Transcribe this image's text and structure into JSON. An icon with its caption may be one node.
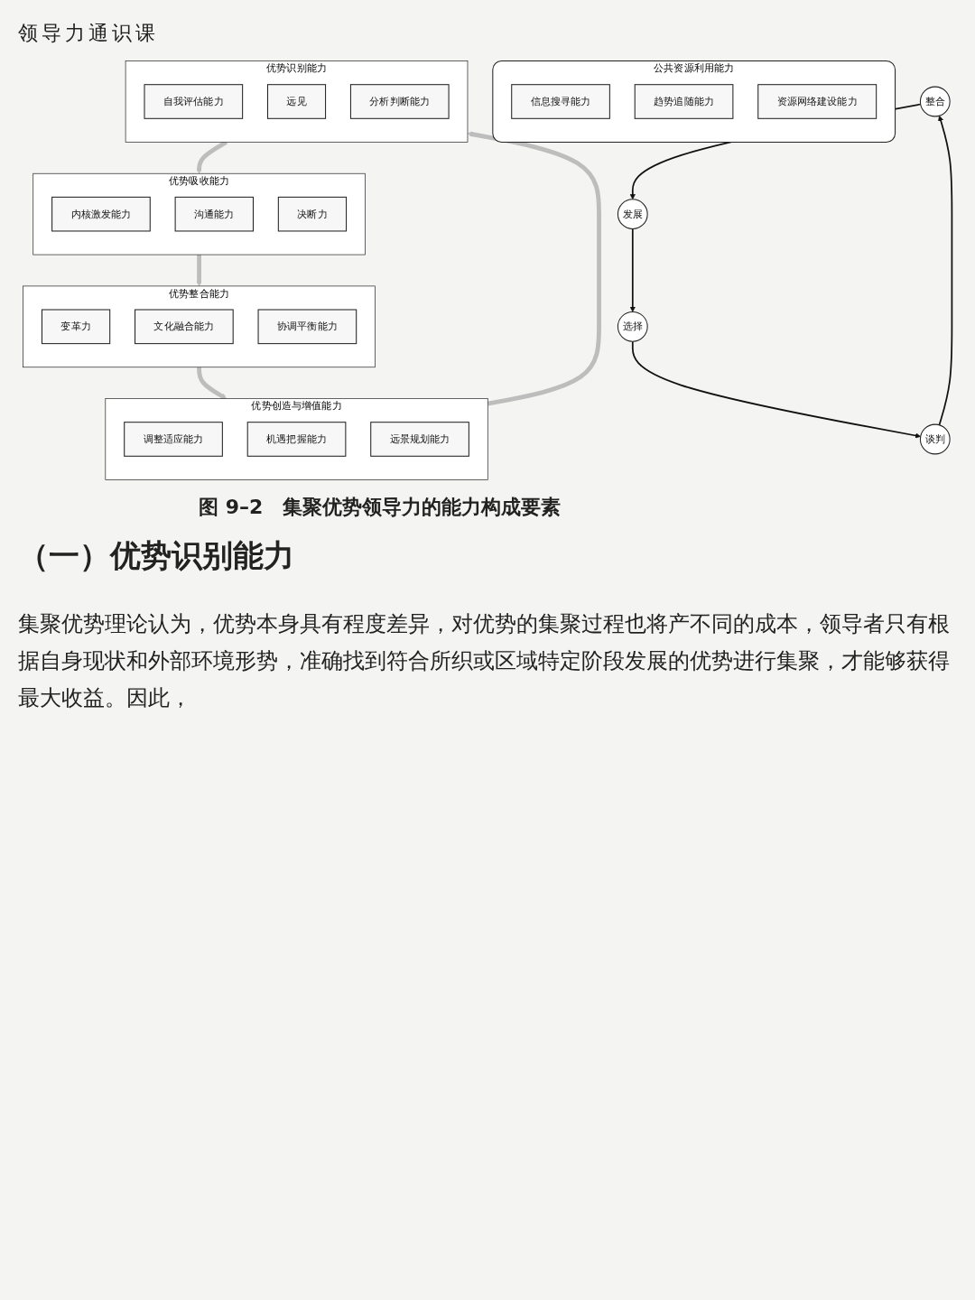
{
  "diagram": {
    "caption": "图 9–2　集聚优势领导力的能力构成要素",
    "nodes": [
      {
        "text": [
          "优势整合能力"
        ]
      },
      {
        "text": [
          "变革力"
        ],
        "in": 0
      },
      {
        "text": [
          "文化融合能力"
        ],
        "in": 0
      },
      {
        "text": [
          "协调平衡能力"
        ],
        "in": 0
      },
      {
        "text": [
          "整合"
        ]
      },
      {
        "text": [
          "优势创造与增值能力"
        ]
      },
      {
        "text": [
          "调整适应能力"
        ],
        "in": 5
      },
      {
        "text": [
          "机遇把握能力"
        ],
        "in": 5
      },
      {
        "text": [
          "远景规划能力"
        ],
        "in": 5
      },
      {
        "text": [
          "公共资源利用能力"
        ]
      },
      {
        "text": [
          "信息搜寻能力"
        ],
        "in": 9
      },
      {
        "text": [
          "趋势追随能力"
        ],
        "in": 9
      },
      {
        "text": [
          "资源网络建设能力"
        ],
        "in": 9
      },
      {
        "text": [
          "发展"
        ]
      },
      {
        "text": [
          "优势吸收能力"
        ]
      },
      {
        "text": [
          "内核激发能力"
        ],
        "in": 14
      },
      {
        "text": [
          "沟通能力"
        ],
        "in": 14
      },
      {
        "text": [
          "决断力"
        ],
        "in": 14
      },
      {
        "text": [
          "谈判"
        ]
      },
      {
        "text": [
          "选择"
        ]
      },
      {
        "text": [
          "优势识别能力"
        ]
      },
      {
        "text": [
          "自我评估能力"
        ],
        "in": 20
      },
      {
        "text": [
          "远见"
        ],
        "in": 20
      },
      {
        "text": [
          "分析判断能力"
        ],
        "in": 20
      }
    ],
    "edges": [
      {
        "from": 0,
        "to": 5,
        "arrow": "to",
        "style": "thick",
        "color": "#bdbdbd"
      },
      {
        "from": 5,
        "to": 20,
        "arrow": "to",
        "style": "thick",
        "color": "#bdbdbd"
      },
      {
        "from": 20,
        "to": 14,
        "arrow": "to",
        "style": "thick",
        "color": "#bdbdbd"
      },
      {
        "from": 14,
        "to": 0,
        "arrow": "to",
        "style": "thick",
        "color": "#bdbdbd"
      },
      {
        "from": 4,
        "to": 13,
        "arrow": "to",
        "color": "#111111"
      },
      {
        "from": 13,
        "to": 19,
        "arrow": "to",
        "color": "#111111"
      },
      {
        "from": 19,
        "to": 18,
        "arrow": "to",
        "color": "#111111"
      },
      {
        "from": 18,
        "to": 4,
        "arrow": "to",
        "color": "#111111"
      }
    ],
    "labels": [
      "领导力通识课",
      "（一）优势识别能力",
      "集聚优势理论认为，优势本身具有程度差异，对优势的集聚过程也将产不同的成本，领导者只有根据自身现状和外部环境形势，准确找到符合所织或区域特定阶段发展的优势进行集聚，才能够获得最大收益。因此，"
    ]
  }
}
